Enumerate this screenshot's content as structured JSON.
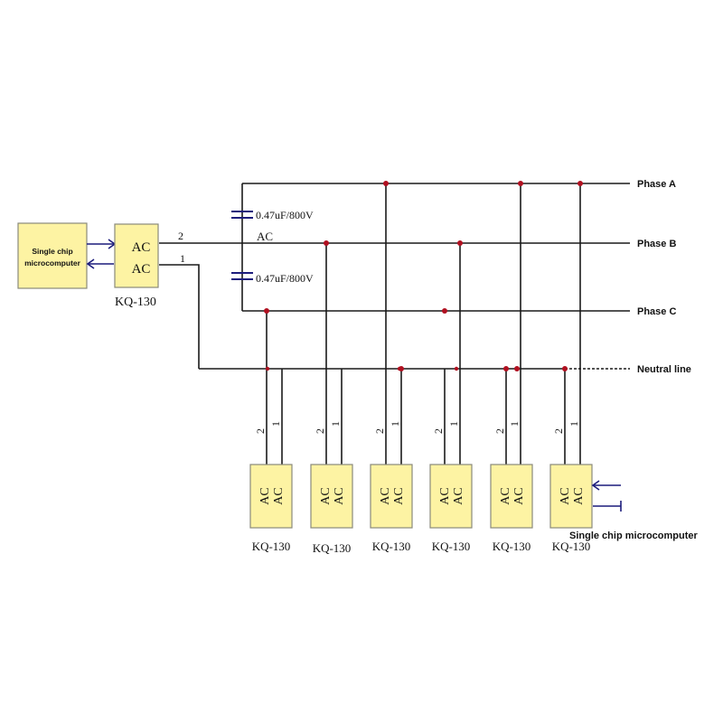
{
  "phases": {
    "a": "Phase A",
    "b": "Phase B",
    "c": "Phase C",
    "neutral": "Neutral line"
  },
  "capacitors": {
    "top": "0.47uF/800V",
    "bottom": "0.47uF/800V",
    "ac_label": "AC"
  },
  "main_controller": {
    "mcu_label_line1": "Single chip",
    "mcu_label_line2": "microcomputer",
    "relay_ac1": "AC",
    "relay_ac2": "AC",
    "relay_model": "KQ-130",
    "pin2": "2",
    "pin1": "1"
  },
  "relays": [
    {
      "ac1": "AC",
      "ac2": "AC",
      "model": "KQ-130",
      "pin2": "2",
      "pin1": "1"
    },
    {
      "ac1": "AC",
      "ac2": "AC",
      "model": "KQ-130",
      "pin2": "2",
      "pin1": "1"
    },
    {
      "ac1": "AC",
      "ac2": "AC",
      "model": "KQ-130",
      "pin2": "2",
      "pin1": "1"
    },
    {
      "ac1": "AC",
      "ac2": "AC",
      "model": "KQ-130",
      "pin2": "2",
      "pin1": "1"
    },
    {
      "ac1": "AC",
      "ac2": "AC",
      "model": "KQ-130",
      "pin2": "2",
      "pin1": "1"
    },
    {
      "ac1": "AC",
      "ac2": "AC",
      "model": "KQ-130",
      "pin2": "2",
      "pin1": "1"
    }
  ],
  "right_mcu_label": "Single chip microcomputer",
  "colors": {
    "box_fill": "#fdf3a3",
    "junction": "#b01020",
    "arrow": "#1c1c7c"
  }
}
